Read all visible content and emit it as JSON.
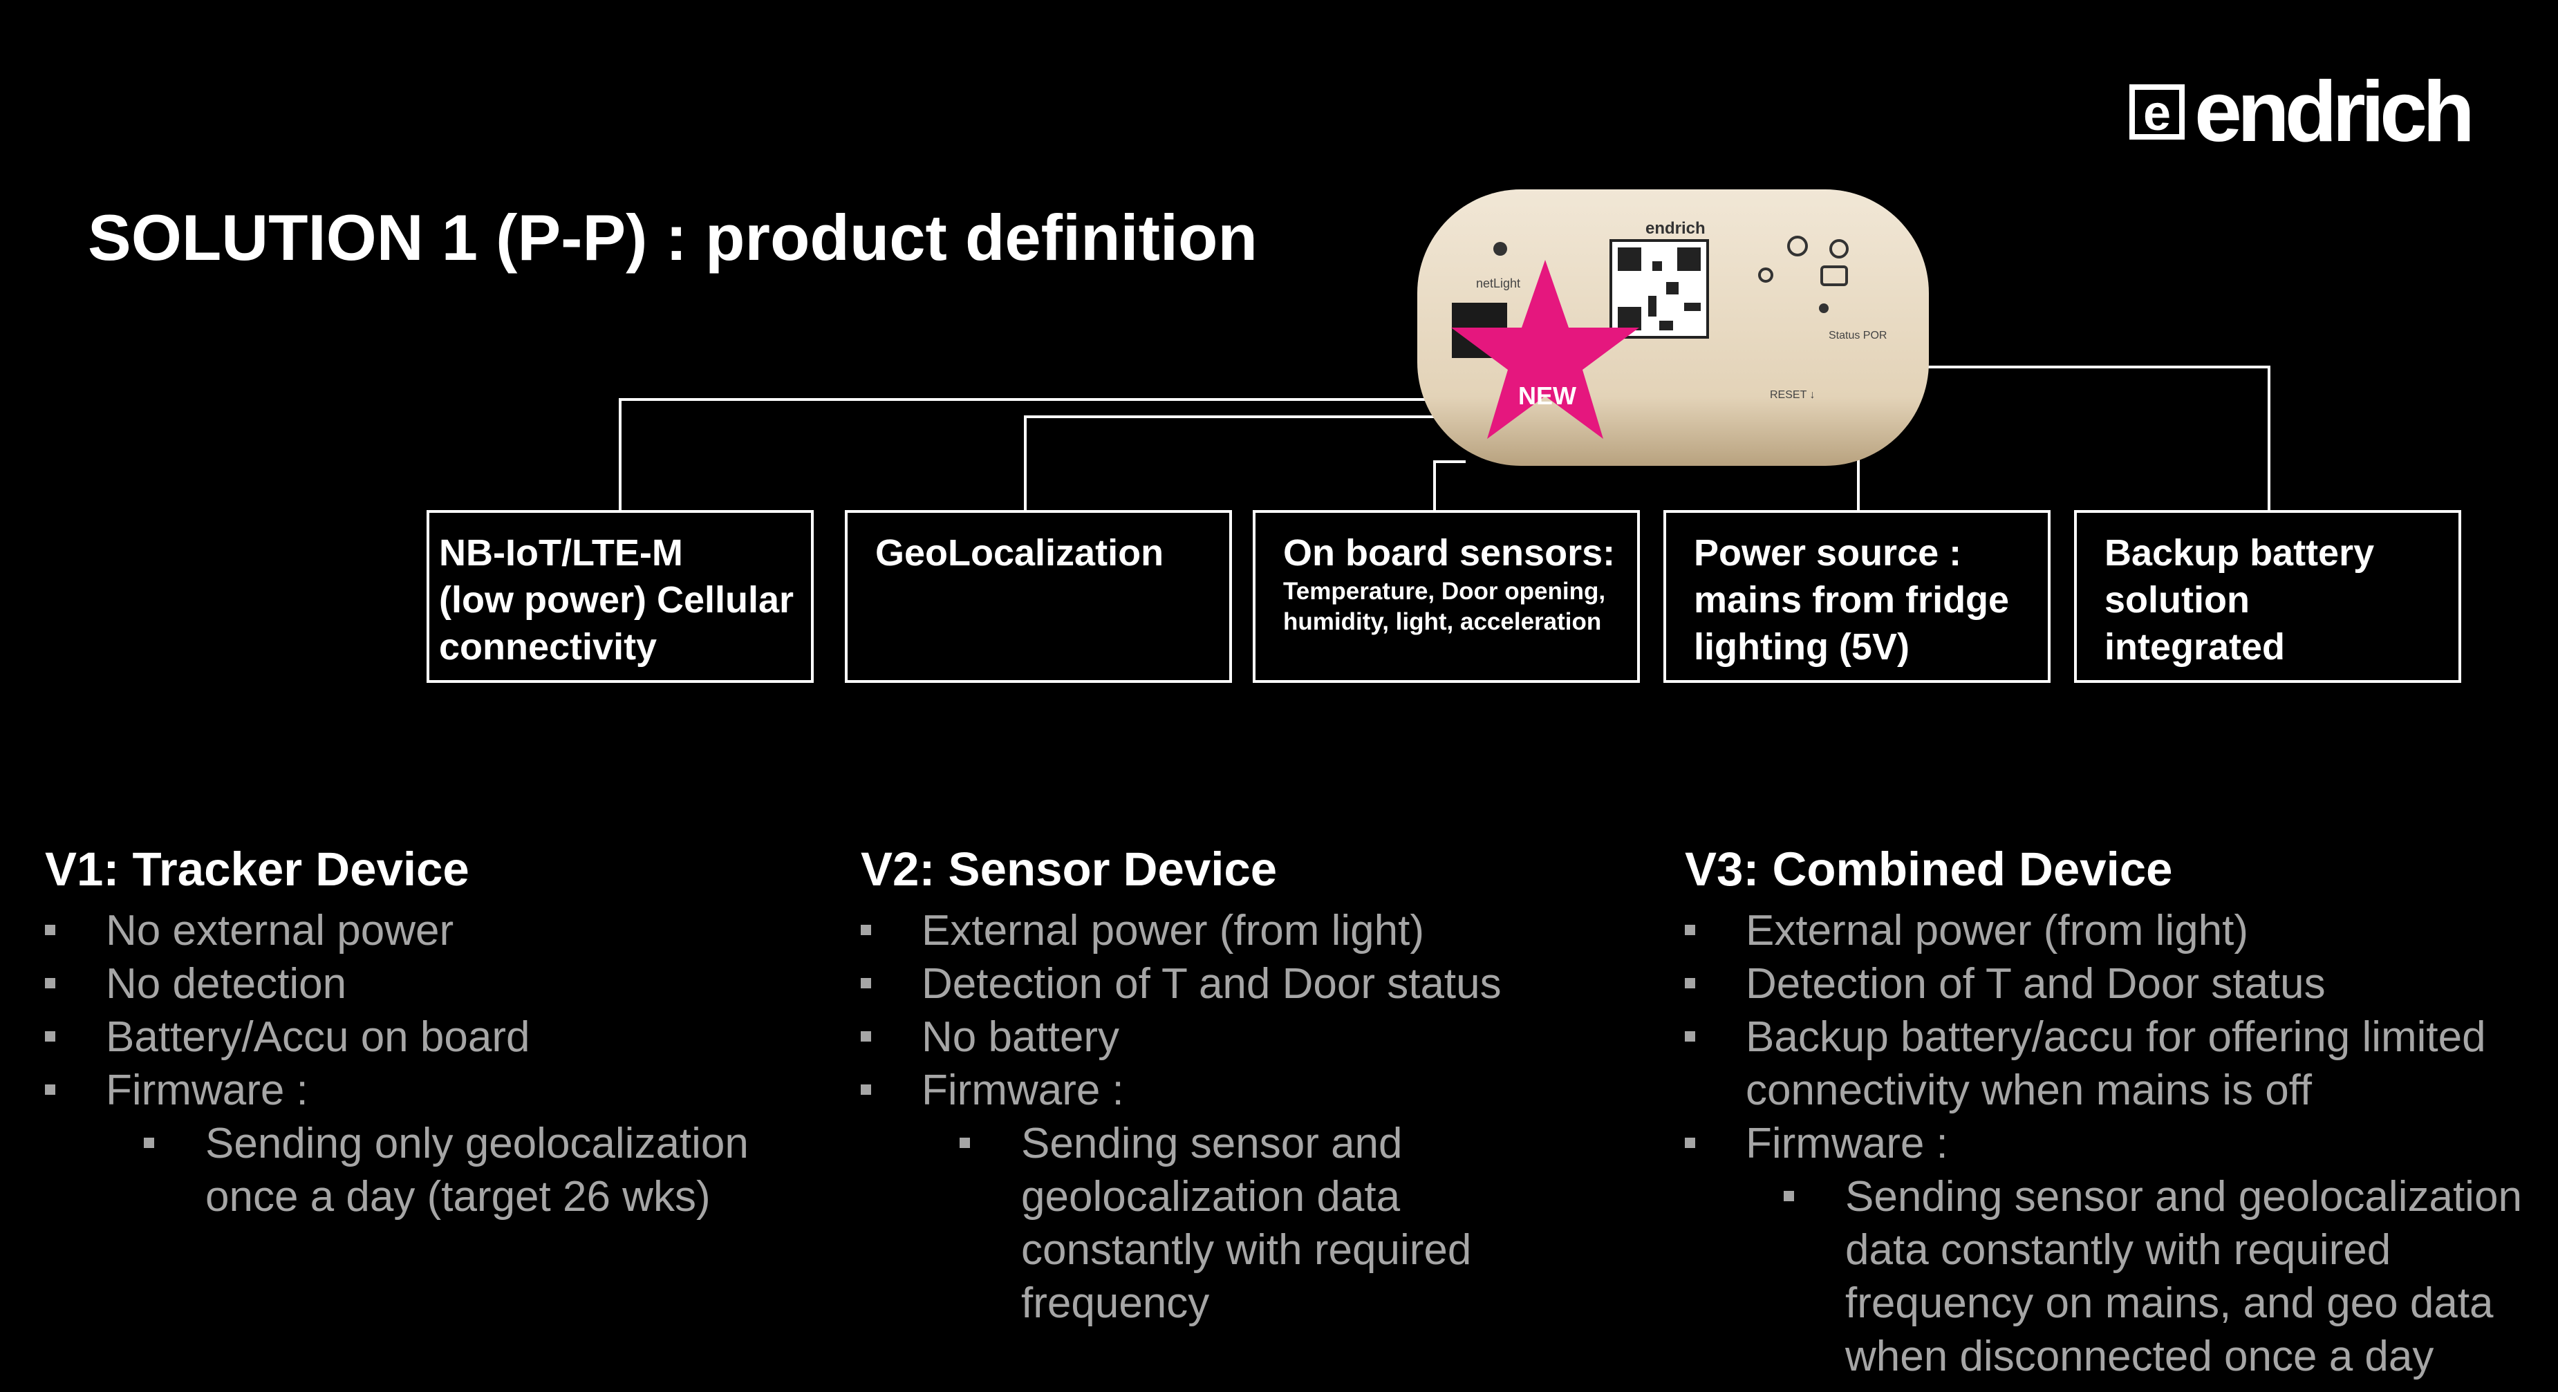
{
  "slide": {
    "title": "SOLUTION 1 (P-P) : product definition",
    "logo_text": "endrich",
    "logo_icon": "endrich-e-logo"
  },
  "device": {
    "badge": "NEW",
    "badge_color": "#e5177e",
    "device_color": "#e8dcc8",
    "print_brand": "endrich",
    "print_netlight": "netLight",
    "print_status": "Status POR",
    "print_reset": "RESET ↓"
  },
  "features": [
    {
      "lines": [
        "NB-IoT/LTE-M",
        "(low power) Cellular",
        "connectivity"
      ],
      "sub": []
    },
    {
      "lines": [
        "GeoLocalization"
      ],
      "sub": []
    },
    {
      "lines": [
        "On board sensors:"
      ],
      "sub": [
        "Temperature, Door opening,",
        "humidity, light, acceleration"
      ]
    },
    {
      "lines": [
        "Power source :",
        "mains from fridge",
        "lighting (5V)"
      ],
      "sub": []
    },
    {
      "lines": [
        "Backup battery",
        "solution",
        "integrated"
      ],
      "sub": []
    }
  ],
  "versions": [
    {
      "title": "V1: Tracker Device",
      "bullets": [
        {
          "level": 1,
          "text": "No external power"
        },
        {
          "level": 1,
          "text": "No detection"
        },
        {
          "level": 1,
          "text": "Battery/Accu on board"
        },
        {
          "level": 1,
          "text": "Firmware :"
        },
        {
          "level": 2,
          "text": "Sending only geolocalization"
        },
        {
          "level": 2,
          "text": "once a day (target 26 wks)",
          "cont": true
        }
      ]
    },
    {
      "title": "V2: Sensor Device",
      "bullets": [
        {
          "level": 1,
          "text": "External power (from light)"
        },
        {
          "level": 1,
          "text": "Detection of T and Door status"
        },
        {
          "level": 1,
          "text": "No battery"
        },
        {
          "level": 1,
          "text": "Firmware :"
        },
        {
          "level": 2,
          "text": "Sending sensor and"
        },
        {
          "level": 2,
          "text": "geolocalization data",
          "cont": true
        },
        {
          "level": 2,
          "text": "constantly with required",
          "cont": true
        },
        {
          "level": 2,
          "text": "frequency",
          "cont": true
        }
      ]
    },
    {
      "title": "V3: Combined Device",
      "bullets": [
        {
          "level": 1,
          "text": "External power (from light)"
        },
        {
          "level": 1,
          "text": "Detection of T and Door status"
        },
        {
          "level": 1,
          "text": "Backup battery/accu for offering limited"
        },
        {
          "level": 1,
          "text": "connectivity when mains is off",
          "cont": true
        },
        {
          "level": 1,
          "text": "Firmware :"
        },
        {
          "level": 2,
          "text": "Sending sensor and geolocalization"
        },
        {
          "level": 2,
          "text": "data constantly with required",
          "cont": true
        },
        {
          "level": 2,
          "text": "frequency on mains, and geo data",
          "cont": true
        },
        {
          "level": 2,
          "text": "when disconnected once a day",
          "cont": true
        }
      ]
    }
  ]
}
